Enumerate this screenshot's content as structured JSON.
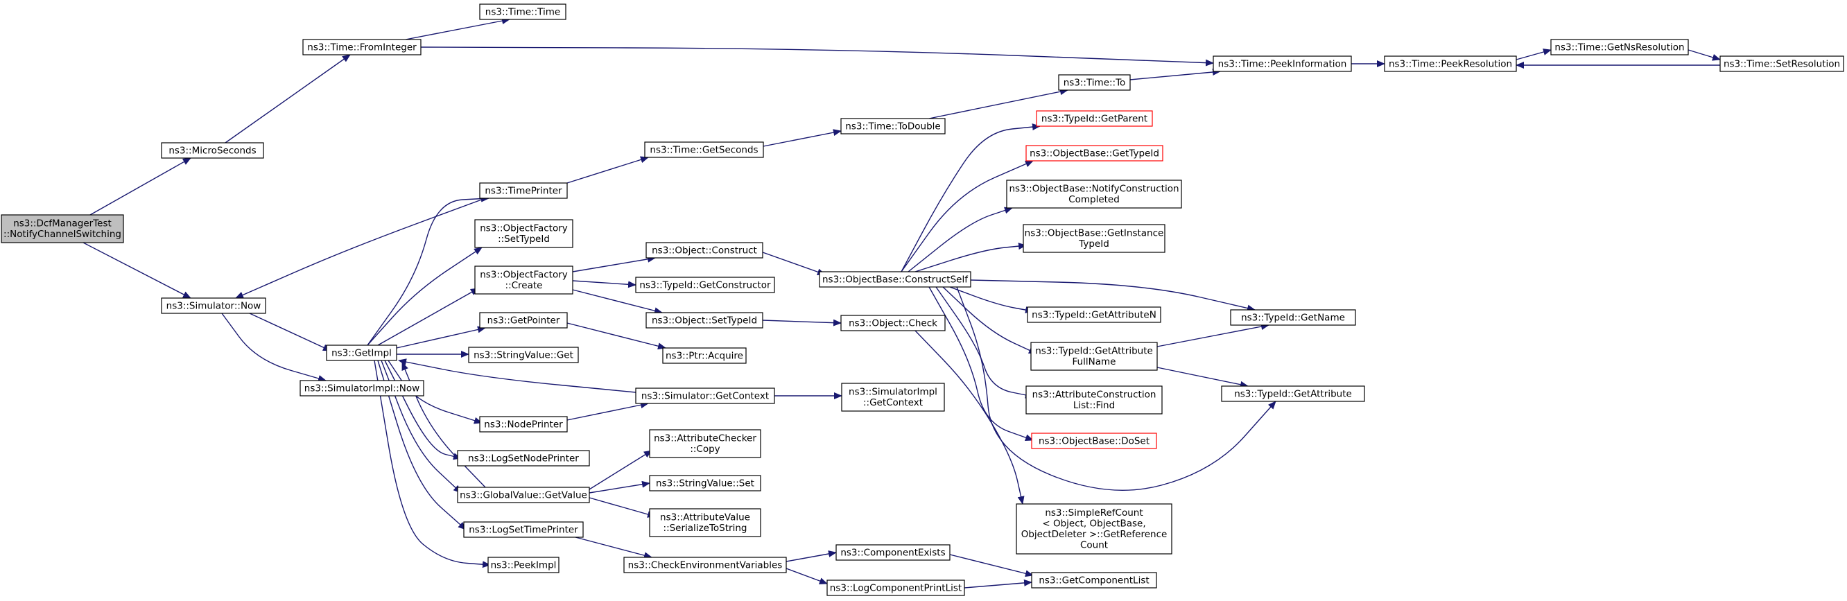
{
  "graph": {
    "edge_color": "#191970",
    "root_fill": "#bfbfbf",
    "node_fill": "#ffffff",
    "truncated_border_color": "#ff0000",
    "nodes": [
      {
        "id": "root",
        "lines": [
          "ns3::DcfManagerTest",
          "::NotifyChannelSwitching"
        ],
        "root": true
      },
      {
        "id": "microseconds",
        "lines": [
          "ns3::MicroSeconds"
        ]
      },
      {
        "id": "fromInteger",
        "lines": [
          "ns3::Time::FromInteger"
        ]
      },
      {
        "id": "timeTime",
        "lines": [
          "ns3::Time::Time"
        ]
      },
      {
        "id": "peekInformation",
        "lines": [
          "ns3::Time::PeekInformation"
        ]
      },
      {
        "id": "peekResolution",
        "lines": [
          "ns3::Time::PeekResolution"
        ]
      },
      {
        "id": "getNsResolution",
        "lines": [
          "ns3::Time::GetNsResolution"
        ]
      },
      {
        "id": "setResolution",
        "lines": [
          "ns3::Time::SetResolution"
        ]
      },
      {
        "id": "simNow",
        "lines": [
          "ns3::Simulator::Now"
        ]
      },
      {
        "id": "simImplNow",
        "lines": [
          "ns3::SimulatorImpl::Now"
        ]
      },
      {
        "id": "getImpl",
        "lines": [
          "ns3::GetImpl"
        ]
      },
      {
        "id": "timePrinter",
        "lines": [
          "ns3::TimePrinter"
        ]
      },
      {
        "id": "getSeconds",
        "lines": [
          "ns3::Time::GetSeconds"
        ]
      },
      {
        "id": "toDouble",
        "lines": [
          "ns3::Time::ToDouble"
        ]
      },
      {
        "id": "timeTo",
        "lines": [
          "ns3::Time::To"
        ]
      },
      {
        "id": "ofSetTypeId",
        "lines": [
          "ns3::ObjectFactory",
          "::SetTypeId"
        ]
      },
      {
        "id": "ofCreate",
        "lines": [
          "ns3::ObjectFactory",
          "::Create"
        ]
      },
      {
        "id": "objConstruct",
        "lines": [
          "ns3::Object::Construct"
        ]
      },
      {
        "id": "getConstructor",
        "lines": [
          "ns3::TypeId::GetConstructor"
        ]
      },
      {
        "id": "objSetTypeId",
        "lines": [
          "ns3::Object::SetTypeId"
        ]
      },
      {
        "id": "constructSelf",
        "lines": [
          "ns3::ObjectBase::ConstructSelf"
        ]
      },
      {
        "id": "objCheck",
        "lines": [
          "ns3::Object::Check"
        ]
      },
      {
        "id": "getParent",
        "lines": [
          "ns3::TypeId::GetParent"
        ],
        "truncated": true
      },
      {
        "id": "obGetTypeId",
        "lines": [
          "ns3::ObjectBase::GetTypeId"
        ],
        "truncated": true
      },
      {
        "id": "notifyConstruction",
        "lines": [
          "ns3::ObjectBase::NotifyConstruction",
          "Completed"
        ]
      },
      {
        "id": "getInstanceTypeId",
        "lines": [
          "ns3::ObjectBase::GetInstance",
          "TypeId"
        ]
      },
      {
        "id": "getAttributeN",
        "lines": [
          "ns3::TypeId::GetAttributeN"
        ]
      },
      {
        "id": "getName",
        "lines": [
          "ns3::TypeId::GetName"
        ]
      },
      {
        "id": "getAttrFullName",
        "lines": [
          "ns3::TypeId::GetAttribute",
          "FullName"
        ]
      },
      {
        "id": "getAttribute",
        "lines": [
          "ns3::TypeId::GetAttribute"
        ]
      },
      {
        "id": "attrListFind",
        "lines": [
          "ns3::AttributeConstruction",
          "List::Find"
        ]
      },
      {
        "id": "doSet",
        "lines": [
          "ns3::ObjectBase::DoSet"
        ],
        "truncated": true
      },
      {
        "id": "simpleRef",
        "lines": [
          "ns3::SimpleRefCount",
          "< Object, ObjectBase,",
          "ObjectDeleter >::GetReference",
          "Count"
        ]
      },
      {
        "id": "getPointer",
        "lines": [
          "ns3::GetPointer"
        ]
      },
      {
        "id": "ptrAcquire",
        "lines": [
          "ns3::Ptr::Acquire"
        ]
      },
      {
        "id": "stringValueGet",
        "lines": [
          "ns3::StringValue::Get"
        ]
      },
      {
        "id": "simGetContext",
        "lines": [
          "ns3::Simulator::GetContext"
        ]
      },
      {
        "id": "simImplGetContext",
        "lines": [
          "ns3::SimulatorImpl",
          "::GetContext"
        ]
      },
      {
        "id": "nodePrinter",
        "lines": [
          "ns3::NodePrinter"
        ]
      },
      {
        "id": "logSetNodePrinter",
        "lines": [
          "ns3::LogSetNodePrinter"
        ]
      },
      {
        "id": "gvGetValue",
        "lines": [
          "ns3::GlobalValue::GetValue"
        ]
      },
      {
        "id": "acCopy",
        "lines": [
          "ns3::AttributeChecker",
          "::Copy"
        ]
      },
      {
        "id": "stringValueSet",
        "lines": [
          "ns3::StringValue::Set"
        ]
      },
      {
        "id": "avSerialize",
        "lines": [
          "ns3::AttributeValue",
          "::SerializeToString"
        ]
      },
      {
        "id": "logSetTimePrinter",
        "lines": [
          "ns3::LogSetTimePrinter"
        ]
      },
      {
        "id": "peekImpl",
        "lines": [
          "ns3::PeekImpl"
        ]
      },
      {
        "id": "checkEnv",
        "lines": [
          "ns3::CheckEnvironmentVariables"
        ]
      },
      {
        "id": "componentExists",
        "lines": [
          "ns3::ComponentExists"
        ]
      },
      {
        "id": "logComponentPrintList",
        "lines": [
          "ns3::LogComponentPrintList"
        ]
      },
      {
        "id": "getComponentList",
        "lines": [
          "ns3::GetComponentList"
        ]
      }
    ],
    "edges": [
      [
        "root",
        "microseconds"
      ],
      [
        "root",
        "simNow"
      ],
      [
        "microseconds",
        "fromInteger"
      ],
      [
        "fromInteger",
        "timeTime"
      ],
      [
        "fromInteger",
        "peekInformation"
      ],
      [
        "peekInformation",
        "peekResolution"
      ],
      [
        "peekResolution",
        "getNsResolution"
      ],
      [
        "getNsResolution",
        "setResolution"
      ],
      [
        "setResolution",
        "peekResolution"
      ],
      [
        "simNow",
        "getImpl"
      ],
      [
        "simNow",
        "simImplNow"
      ],
      [
        "getImpl",
        "timePrinter"
      ],
      [
        "timePrinter",
        "simNow"
      ],
      [
        "timePrinter",
        "getSeconds"
      ],
      [
        "getSeconds",
        "toDouble"
      ],
      [
        "toDouble",
        "timeTo"
      ],
      [
        "timeTo",
        "peekInformation"
      ],
      [
        "getImpl",
        "ofSetTypeId"
      ],
      [
        "getImpl",
        "ofCreate"
      ],
      [
        "ofCreate",
        "objConstruct"
      ],
      [
        "ofCreate",
        "getConstructor"
      ],
      [
        "ofCreate",
        "objSetTypeId"
      ],
      [
        "objConstruct",
        "constructSelf"
      ],
      [
        "objSetTypeId",
        "objCheck"
      ],
      [
        "objCheck",
        "simpleRef"
      ],
      [
        "constructSelf",
        "getParent"
      ],
      [
        "constructSelf",
        "obGetTypeId"
      ],
      [
        "constructSelf",
        "notifyConstruction"
      ],
      [
        "constructSelf",
        "getInstanceTypeId"
      ],
      [
        "constructSelf",
        "getName"
      ],
      [
        "constructSelf",
        "getAttributeN"
      ],
      [
        "constructSelf",
        "getAttrFullName"
      ],
      [
        "constructSelf",
        "attrListFind"
      ],
      [
        "constructSelf",
        "doSet"
      ],
      [
        "constructSelf",
        "getAttribute"
      ],
      [
        "getAttrFullName",
        "getName"
      ],
      [
        "getAttrFullName",
        "getAttribute"
      ],
      [
        "getImpl",
        "getPointer"
      ],
      [
        "getPointer",
        "ptrAcquire"
      ],
      [
        "getImpl",
        "stringValueGet"
      ],
      [
        "simGetContext",
        "getImpl"
      ],
      [
        "simGetContext",
        "simImplGetContext"
      ],
      [
        "getImpl",
        "nodePrinter"
      ],
      [
        "nodePrinter",
        "simGetContext"
      ],
      [
        "getImpl",
        "logSetNodePrinter"
      ],
      [
        "getImpl",
        "gvGetValue"
      ],
      [
        "gvGetValue",
        "getImpl"
      ],
      [
        "gvGetValue",
        "acCopy"
      ],
      [
        "gvGetValue",
        "stringValueSet"
      ],
      [
        "gvGetValue",
        "avSerialize"
      ],
      [
        "getImpl",
        "logSetTimePrinter"
      ],
      [
        "logSetTimePrinter",
        "checkEnv"
      ],
      [
        "getImpl",
        "peekImpl"
      ],
      [
        "checkEnv",
        "componentExists"
      ],
      [
        "checkEnv",
        "logComponentPrintList"
      ],
      [
        "componentExists",
        "getComponentList"
      ],
      [
        "logComponentPrintList",
        "getComponentList"
      ]
    ]
  }
}
